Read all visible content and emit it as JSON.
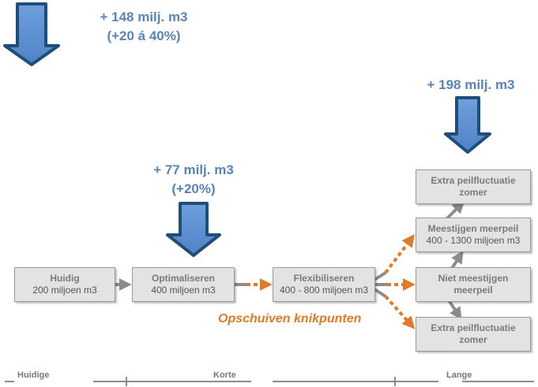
{
  "callouts": {
    "top": {
      "line1": "+ 148 milj. m3",
      "line2": "(+20 á 40%)"
    },
    "optimaliseren": {
      "line1": "+ 77 milj. m3",
      "line2": "(+20%)"
    },
    "lange": {
      "line1": "+ 198 milj. m3"
    }
  },
  "boxes": {
    "huidig": {
      "title": "Huidig",
      "sub": "200 miljoen m3"
    },
    "optimaliseren": {
      "title": "Optimaliseren",
      "sub": "400 miljoen m3"
    },
    "flexibiliseren": {
      "title": "Flexibiliseren",
      "sub": "400 - 800 miljoen m3"
    },
    "extra_top": {
      "line1": "Extra peilfluctuatie",
      "line2": "zomer"
    },
    "meestijgen": {
      "title": "Meestijgen meerpeil",
      "sub": "400 - 1300 miljoen m3"
    },
    "niet_meestijgen": {
      "line1": "Niet meestijgen",
      "line2": "meerpeil"
    },
    "extra_bottom": {
      "line1": "Extra peilfluctuatie",
      "line2": "zomer"
    }
  },
  "note": "Opschuiven knikpunten",
  "timeline": {
    "huidige": "Huidige",
    "korte": "Korte",
    "lange": "Lange"
  },
  "colors": {
    "arrow_fill": "#5b8ed1",
    "arrow_stroke": "#1f4e79",
    "accent_orange": "#e07a26",
    "connector_gray": "#8c8c8c",
    "callout_blue": "#5a84b8"
  }
}
